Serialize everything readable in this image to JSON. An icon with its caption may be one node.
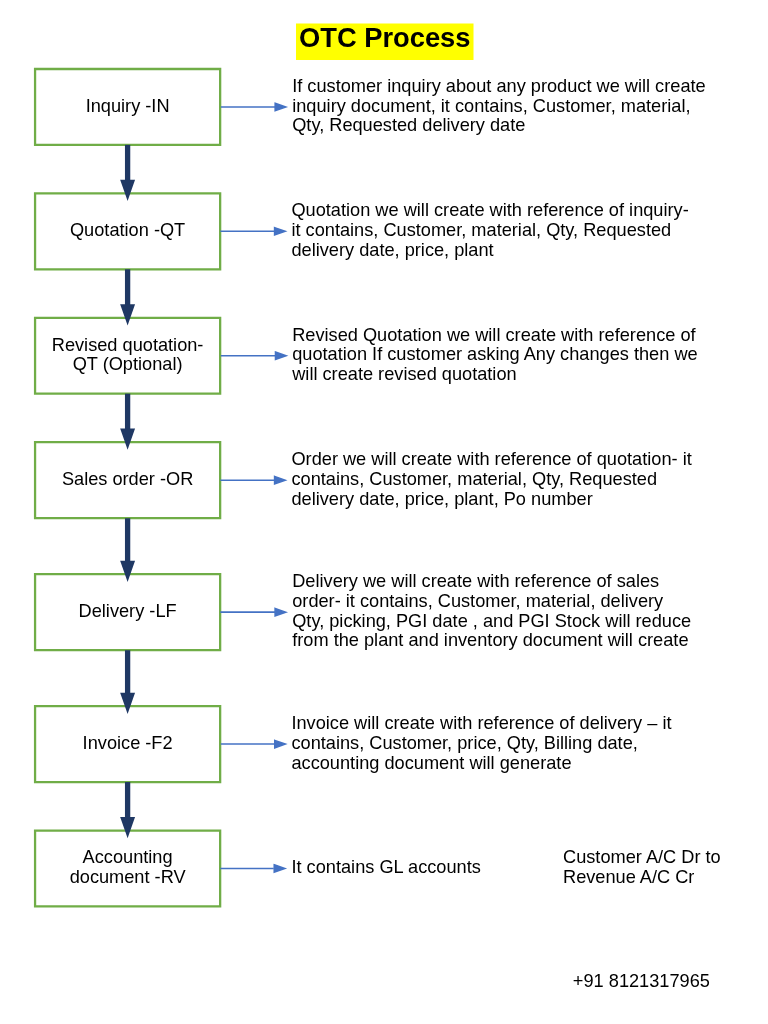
{
  "diagram": {
    "title": "OTC Process",
    "nodes": [
      {
        "text": [
          "Inquiry -IN"
        ]
      },
      {
        "text": [
          "Quotation -QT"
        ]
      },
      {
        "text": [
          "Revised quotation-QT (Optional)"
        ]
      },
      {
        "text": [
          "Sales order -OR"
        ]
      },
      {
        "text": [
          "Delivery -LF"
        ]
      },
      {
        "text": [
          "Invoice -F2"
        ]
      },
      {
        "text": [
          "Accounting document -RV"
        ]
      },
      {
        "text": [
          "If customer inquiry about any product we will create inquiry document, it contains, Customer, material, Qty, Requested delivery date"
        ]
      },
      {
        "text": [
          "Quotation we will create with reference of inquiry- it contains, Customer, material, Qty, Requested delivery date, price, plant"
        ]
      },
      {
        "text": [
          "Revised Quotation we will create with reference of quotation If customer asking Any changes then we will create revised quotation"
        ]
      },
      {
        "text": [
          "Order we will create with reference of quotation- it contains, Customer, material, Qty, Requested delivery date, price, plant, Po number"
        ]
      },
      {
        "text": [
          "Delivery we will create with reference of sales order- it contains, Customer, material, delivery Qty, picking, PGI date , and PGI Stock will reduce from the plant and inventory document will create"
        ]
      },
      {
        "text": [
          "Invoice will create with reference of delivery – it contains, Customer, price, Qty, Billing date, accounting document will generate"
        ]
      },
      {
        "text": [
          "It contains GL accounts"
        ]
      }
    ],
    "edges": [
      {
        "from": 0,
        "to": 7,
        "arrow": "to"
      },
      {
        "from": 0,
        "to": 1,
        "arrow": "to",
        "style": "thick",
        "color": "#1f3864"
      },
      {
        "from": 1,
        "to": 8,
        "arrow": "to"
      },
      {
        "from": 1,
        "to": 2,
        "arrow": "to",
        "style": "thick",
        "color": "#1f3864"
      },
      {
        "from": 2,
        "to": 9,
        "arrow": "to"
      },
      {
        "from": 2,
        "to": 3,
        "arrow": "to",
        "style": "thick",
        "color": "#1f3864"
      },
      {
        "from": 3,
        "to": 10,
        "arrow": "to"
      },
      {
        "from": 3,
        "to": 4,
        "arrow": "to",
        "style": "thick",
        "color": "#1f3864"
      },
      {
        "from": 4,
        "to": 11,
        "arrow": "to"
      },
      {
        "from": 4,
        "to": 5,
        "arrow": "to",
        "style": "thick",
        "color": "#1f3864"
      },
      {
        "from": 5,
        "to": 12,
        "arrow": "to"
      },
      {
        "from": 5,
        "to": 6,
        "arrow": "to",
        "style": "thick",
        "color": "#1f3864"
      },
      {
        "from": 6,
        "to": 13,
        "arrow": "to"
      }
    ],
    "labels": [
      "Customer A/C Dr to Revenue A/C Cr",
      "+91 8121317965"
    ]
  }
}
